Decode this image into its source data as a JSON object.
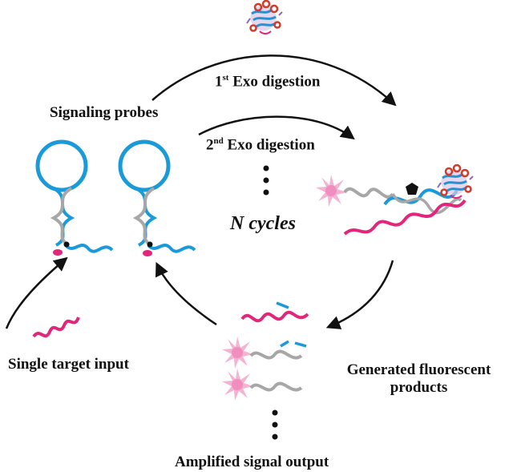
{
  "labels": {
    "signaling_probes": "Signaling probes",
    "first_exo_num": "1",
    "first_exo_sup": "st",
    "first_exo_text": "Exo digestion",
    "second_exo_num": "2",
    "second_exo_sup": "nd",
    "second_exo_text": "Exo digestion",
    "n_cycles": "N cycles",
    "single_target_input": "Single target input",
    "generated_fluorescent_line1": "Generated fluorescent",
    "generated_fluorescent_line2": "products",
    "amplified_signal_output": "Amplified signal output"
  },
  "colors": {
    "probe_strand": "#1a9ad9",
    "complementary_strand": "#a7a7a7",
    "target_strand": "#e2277a",
    "fluorophore": "#f2a0c8",
    "arrow": "#111111",
    "enzyme": "#d23a2a"
  },
  "icons": {
    "fluorophore": "starburst-icon",
    "quencher": "pentagon-icon",
    "enzyme": "protein-structure-icon"
  }
}
